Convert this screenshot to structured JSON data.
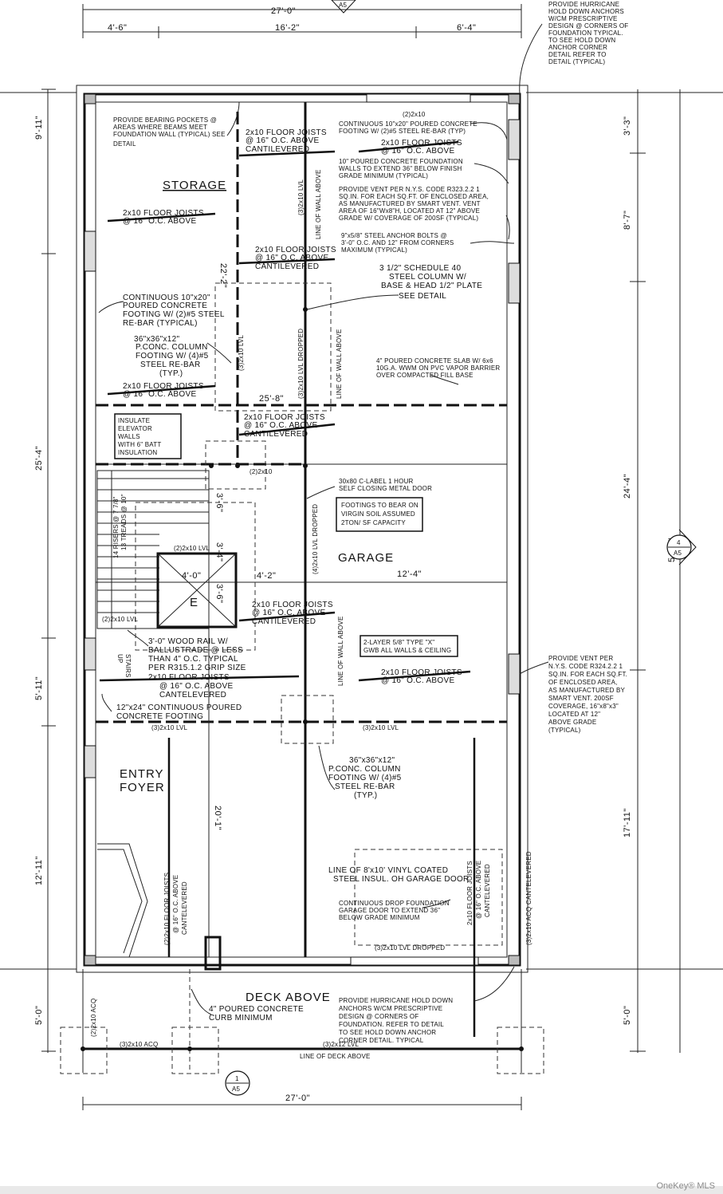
{
  "plan": {
    "rooms": {
      "storage": "STORAGE",
      "garage": "GARAGE",
      "entry_line1": "ENTRY",
      "entry_line2": "FOYER",
      "deck": "DECK ABOVE",
      "elevator": "E"
    },
    "dims": {
      "top_total": "27'-0\"",
      "top_1": "4'-6\"",
      "top_2": "16'-2\"",
      "top_3": "6'-4\"",
      "bottom_total": "27'-0\"",
      "left_1": "9'-11\"",
      "left_2": "25'-4\"",
      "left_3": "5'-11\"",
      "left_4": "12'-11\"",
      "left_5": "5'-0\"",
      "right_1": "3'-3\"",
      "right_2": "8'-7\"",
      "right_3": "24'-4\"",
      "right_4": "17'-11\"",
      "right_5": "5'-0\"",
      "right_total": "54'-0\"",
      "storage_len": "22'-2\"",
      "mid_len": "25'-8\"",
      "garage_w": "12'-4\"",
      "elev_w": "4'-0\"",
      "elev_w2": "4'-2\"",
      "entry_len": "20'-1\"",
      "stair_1": "3'-6\"",
      "stair_2": "3'-4\"",
      "stair_3": "3'-6\""
    },
    "sections": {
      "top": {
        "num": "A5",
        "sheet": ""
      },
      "bottom": {
        "num": "1",
        "sheet": "A5"
      },
      "right": {
        "num": "4",
        "sheet": "A5"
      }
    },
    "notes": {
      "hurricane_top": [
        "PROVIDE HURRICANE",
        "HOLD DOWN ANCHORS",
        "W/CM PRESCRIPTIVE",
        "DESIGN @ CORNERS OF",
        "FOUNDATION TYPICAL.",
        "TO SEE HOLD DOWN",
        "ANCHOR CORNER",
        "DETAIL REFER TO",
        "DETAIL (TYPICAL)"
      ],
      "bearing_pockets": [
        "PROVIDE BEARING POCKETS @",
        "AREAS WHERE BEAMS MEET",
        "FOUNDATION WALL (TYPICAL) SEE",
        "DETAIL"
      ],
      "floor_joists_cant_1": [
        "2x10 FLOOR JOISTS",
        "@ 16\" O.C. ABOVE",
        "CANTILEVERED"
      ],
      "continuous_footing_top": [
        "CONTINUOUS 10\"x20\" POURED CONCRETE",
        "FOOTING W/ (2)#5 STEEL RE-BAR (TYP)"
      ],
      "floor_joists_top_right": [
        "2x10 FLOOR JOISTS",
        "@ 16\" O.C. ABOVE"
      ],
      "foundation_walls": [
        "10\" POURED CONCRETE FOUNDATION",
        "WALLS TO EXTEND 36\" BELOW FINISH",
        "GRADE MINIMUM (TYPICAL)"
      ],
      "vent_note": [
        "PROVIDE VENT PER N.Y.S. CODE R323.2.2 1",
        "SQ.IN. FOR EACH SQ.FT. OF ENCLOSED AREA,",
        "AS MANUFACTURED BY SMART VENT. VENT",
        "AREA OF 16\"Wx8\"H, LOCATED AT 12\" ABOVE",
        "GRADE W/ COVERAGE OF 200SF (TYPICAL)"
      ],
      "anchor_bolts": [
        "9\"x5/8\" STEEL ANCHOR BOLTS @",
        "3'-0\" O.C. AND 12\" FROM CORNERS",
        "MAXIMUM (TYPICAL)"
      ],
      "floor_joists_storage": [
        "2x10 FLOOR JOISTS",
        "@ 16\" O.C. ABOVE"
      ],
      "floor_joists_cant_2": [
        "2x10 FLOOR JOISTS",
        "@ 16\" O.C. ABOVE",
        "CANTILEVERED"
      ],
      "steel_column": [
        "3 1/2\" SCHEDULE 40",
        "STEEL COLUMN W/",
        "BASE & HEAD 1/2\" PLATE",
        "SEE DETAIL"
      ],
      "cont_footing_left": [
        "CONTINUOUS 10\"x20\"",
        "POURED CONCRETE",
        "FOOTING W/ (2)#5 STEEL",
        "RE-BAR (TYPICAL)"
      ],
      "col_footing_1": [
        "36\"x36\"x12\"",
        "P.CONC. COLUMN",
        "FOOTING W/ (4)#5",
        "STEEL RE-BAR",
        "(TYP.)"
      ],
      "slab": [
        "4\" POURED CONCRETE SLAB W/ 6x6",
        "10G.A. WWM ON PVC VAPOR BARRIER",
        "OVER COMPACTED FILL BASE"
      ],
      "floor_joists_storage_2": [
        "2x10 FLOOR JOISTS",
        "@ 16\" O.C. ABOVE"
      ],
      "floor_joists_cant_3": [
        "2x10 FLOOR JOISTS",
        "@ 16\" O.C. ABOVE",
        "CANTILEVERED"
      ],
      "insulate": [
        "INSULATE",
        "ELEVATOR",
        "WALLS",
        "WITH 6\" BATT",
        "INSULATION"
      ],
      "door": [
        "30x80 C-LABEL 1 HOUR",
        "SELF CLOSING METAL DOOR"
      ],
      "footings_bear": [
        "FOOTINGS TO BEAR ON",
        "VIRGIN SOIL ASSUMED",
        "2TON/ SF CAPACITY"
      ],
      "risers": [
        "14 RISERS @ 7 7/8\"",
        "13 TREADS @ 10\""
      ],
      "floor_joists_cant_4": [
        "2x10 FLOOR JOISTS",
        "@ 16\" O.C. ABOVE",
        "CANTILEVERED"
      ],
      "gwb": [
        "2-LAYER 5/8\" TYPE \"X\"",
        "GWB ALL WALLS & CEILING"
      ],
      "wood_rail": [
        "3'-0\" WOOD RAIL W/",
        "BALLUSTRADE @ LESS",
        "THAN 4\" O.C. TYPICAL",
        "PER R315.1.2 GRIP SIZE"
      ],
      "floor_joists_mid": [
        "2x10 FLOOR JOISTS",
        "@ 16\" O.C. ABOVE",
        "CANTELEVERED"
      ],
      "floor_joists_garage": [
        "2x10 FLOOR JOISTS",
        "@ 16\" O.C. ABOVE"
      ],
      "vent_note_2": [
        "PROVIDE VENT PER",
        "N.Y.S. CODE R324.2.2 1",
        "SQ.IN. FOR EACH SQ.FT.",
        "OF ENCLOSED AREA,",
        "AS MANUFACTURED BY",
        "SMART VENT. 200SF",
        "COVERAGE, 16\"x8\"x3\"",
        "LOCATED AT 12\"",
        "ABOVE GRADE",
        "(TYPICAL)"
      ],
      "cont_footing_12": [
        "12\"x24\" CONTINUOUS POURED",
        "CONCRETE FOOTING"
      ],
      "col_footing_2": [
        "36\"x36\"x12\"",
        "P.CONC. COLUMN",
        "FOOTING W/ (4)#5",
        "STEEL RE-BAR",
        "(TYP.)"
      ],
      "garage_door": [
        "LINE OF 8'x10' VINYL COATED",
        "STEEL INSUL. OH GARAGE DOOR"
      ],
      "drop_foundation": [
        "CONTINUOUS DROP FOUNDATION",
        "GARAGE DOOR TO EXTEND 36\"",
        "BELOW GRADE MINIMUM"
      ],
      "curb": [
        "4\" POURED CONCRETE",
        "CURB MINIMUM"
      ],
      "hurricane_bottom": [
        "PROVIDE HURRICANE HOLD DOWN",
        "ANCHORS W/CM PRESCRIPTIVE",
        "DESIGN @ CORNERS OF",
        "FOUNDATION. REFER TO DETAIL",
        "TO SEE HOLD DOWN ANCHOR",
        "CORNER DETAIL. TYPICAL"
      ],
      "line_of_deck": "LINE OF DECK ABOVE"
    },
    "beams": {
      "b2x10": "(2)2x10",
      "b3lvl_a": "(3)2x10 LVL",
      "b3lvl_b": "(3)2x10 LVL",
      "b3lvl_c": "(3)2x10 LVL",
      "b3lvl_d": "(3)2x10 LVL",
      "b2lvl_a": "(2)2x10 LVL",
      "b2lvl_b": "(2)2x10 LVL",
      "b3lvl_drop": "(3)2x10 LVL DROPPED",
      "b4lvl_drop": "(4)2x10 LVL DROPPED",
      "b3lvl_drop_bottom": "(3)2x10 LVL DROPPED",
      "b2x10_b": "(2)2x10",
      "b2x10_acq": "(2)2x10 ACQ",
      "b3_acq": "(3)2x10 ACQ",
      "b3_lvl_bottom": "(3)2x12 LVL",
      "b3_acq_cant": "(3)2x10 ACQ CANTELEVERED",
      "line_wall_a": "LINE OF WALL ABOVE",
      "line_wall_b": "LINE OF WALL ABOVE",
      "line_wall_c": "LINE OF WALL ABOVE",
      "fj_vert_1": "(2)2x10 FLOOR JOISTS",
      "fj_vert_1b": "@ 16\" O.C. ABOVE",
      "fj_vert_1c": "CANTELEVERED",
      "fj_vert_2": "2x10 FLOOR JOISTS",
      "fj_vert_2b": "@ 16\" O.C. ABOVE",
      "fj_vert_2c": "CANTELEVERED",
      "stairs": "STAIRS",
      "up": "UP"
    },
    "watermark": "OneKey® MLS"
  }
}
